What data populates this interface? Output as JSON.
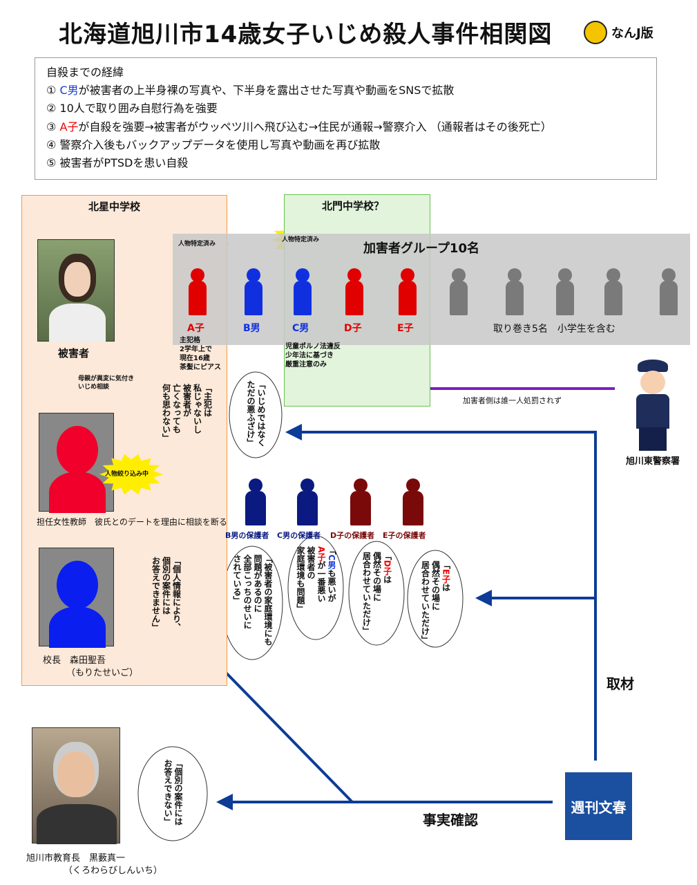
{
  "title": "北海道旭川市14歳女子いじめ殺人事件相関図",
  "logo": "なんJ版",
  "story": {
    "heading": "自殺までの経緯",
    "l1a": "① ",
    "l1b": "C男",
    "l1c": "が被害者の上半身裸の写真や、下半身を露出させた写真や動画をSNSで拡散",
    "l2": "② 10人で取り囲み自慰行為を強要",
    "l3a": "③ ",
    "l3b": "A子",
    "l3c": "が自殺を強要→被害者がウッペツ川へ飛び込む→住民が通報→警察介入 （通報者はその後死亡）",
    "l4": "④ 警察介入後もバックアップデータを使用し写真や動画を再び拡散",
    "l5": "⑤ 被害者がPTSDを患い自殺"
  },
  "schools": {
    "s1": "北星中学校",
    "s2": "北門中学校？"
  },
  "group": {
    "title": "加害者グループ10名",
    "others": "取り巻き5名　小学生を含む",
    "members": [
      {
        "name": "A子",
        "color": "#e00000"
      },
      {
        "name": "B男",
        "color": "#1030e0"
      },
      {
        "name": "C男",
        "color": "#1030e0"
      },
      {
        "name": "D子",
        "color": "#e00000"
      },
      {
        "name": "E子",
        "color": "#e00000"
      }
    ],
    "badge": "人物特定済み",
    "badge2": "人物特定済み",
    "a_note": "主犯格\n2学年上で\n現在16歳\n茶髪にピアス",
    "c_note": "児童ポルノ法違反\n少年法に基づき\n厳重注意のみ"
  },
  "victim": {
    "label": "被害者",
    "mother_note": "母親が異変に気付き\nいじめ相談"
  },
  "teacher": {
    "badge": "人物絞り込み中",
    "caption": "担任女性教師　彼氏とのデートを理由に相談を断る"
  },
  "principal": {
    "caption1": "校長　森田聖吾",
    "caption2": "（もりたせいご）"
  },
  "superintendent": {
    "caption1": "旭川市教育長　黒藪真一",
    "caption2": "（くろわらびしんいち）"
  },
  "police": {
    "label": "旭川東警察署",
    "note": "加害者側は誰一人処罰されず"
  },
  "parents": [
    {
      "label": "B男の保護者",
      "color": "#0a1a80"
    },
    {
      "label": "C男の保護者",
      "color": "#0a1a80"
    },
    {
      "label": "D子の保護者",
      "color": "#7a0a0a"
    },
    {
      "label": "E子の保護者",
      "color": "#7a0a0a"
    }
  ],
  "bubbles": {
    "a": "「主犯は\n私じゃないし\n被害者が\n亡くなっても\n何も思わない」",
    "b": "「いじめではなく\nただの悪ふざけ」",
    "principal": "「個人情報により、\n個別の案件には\nお答えできません」",
    "bp": "「被害者の家庭環境にも\n問題があるのに\n全部こっちのせいに\nされている」",
    "cp1": "「",
    "cp2": "C男",
    "cp3": "も悪いが\n",
    "cp4": "A子",
    "cp5": "が一番悪い\n被害者の\n家庭環境も問題」",
    "dp1": "「",
    "dp2": "D子",
    "dp3": "は\n偶然その場に\n居合わせていただけ」",
    "ep1": "「",
    "ep2": "E子",
    "ep3": "は\n偶然その場に\n居合わせていただけ」",
    "super": "「個別の案件には\nお答えできない」"
  },
  "media": {
    "name": "週刊文春",
    "interview": "取材",
    "fact_check": "事実確認"
  }
}
